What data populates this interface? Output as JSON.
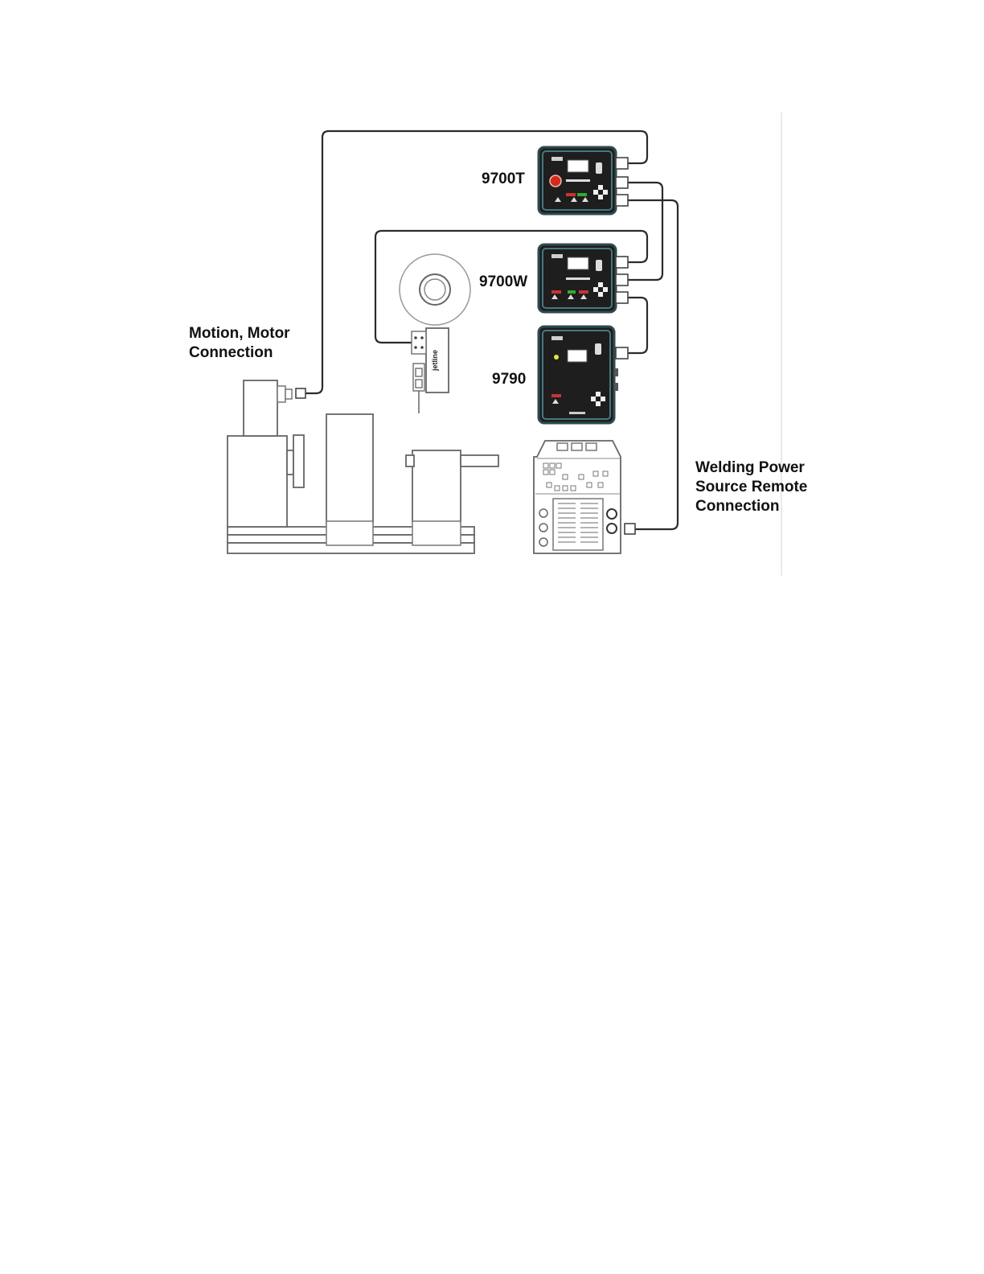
{
  "labels": {
    "motion_line1": "Motion, Motor",
    "motion_line2": "Connection",
    "ctrl_9700t": "9700T",
    "ctrl_9700w": "9700W",
    "ctrl_9790": "9790",
    "welding_line1": "Welding Power",
    "welding_line2": "Source Remote",
    "welding_line3": "Connection"
  },
  "colors": {
    "controller_body": "#1e1e1e",
    "controller_frame": "#46787d",
    "estop_red": "#d42a1c",
    "wire": "#2b2b2b"
  }
}
